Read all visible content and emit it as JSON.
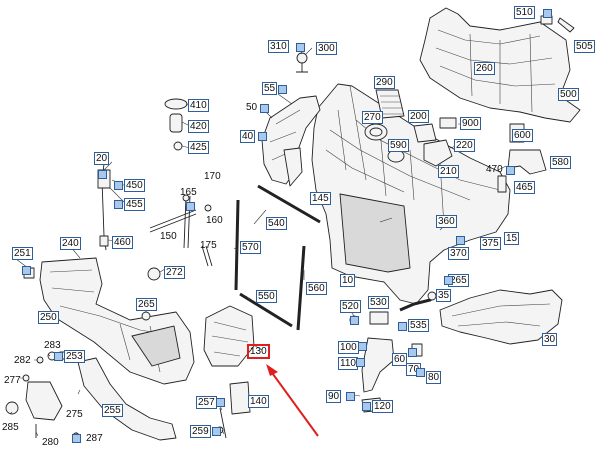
{
  "diagram": {
    "selected_callout": "130",
    "callouts": {
      "c510": "510",
      "c505": "505",
      "c310": "310",
      "c300": "300",
      "c260": "260",
      "c55": "55",
      "c290": "290",
      "c500": "500",
      "c50": "50",
      "c410": "410",
      "c420": "420",
      "c270": "270",
      "c200": "200",
      "c900": "900",
      "c40": "40",
      "c425": "425",
      "c600": "600",
      "c590": "590",
      "c220": "220",
      "c20": "20",
      "c470": "470",
      "c580": "580",
      "c450": "450",
      "c210": "210",
      "c465": "465",
      "c165": "165",
      "c170": "170",
      "c455": "455",
      "c145": "145",
      "c160": "160",
      "c540": "540",
      "c360": "360",
      "c150": "150",
      "c15": "15",
      "c375": "375",
      "c460": "460",
      "c175": "175",
      "c570": "570",
      "c240": "240",
      "c370": "370",
      "c251": "251",
      "c272": "272",
      "c10": "10",
      "c265a": "265",
      "c550": "550",
      "c560": "560",
      "c35": "35",
      "c265b": "265",
      "c520": "520",
      "c530": "530",
      "c250": "250",
      "c30": "30",
      "c535": "535",
      "c283": "283",
      "c100": "100",
      "c282": "282",
      "c253": "253",
      "c130": "130",
      "c60": "60",
      "c110": "110",
      "c70": "70",
      "c277": "277",
      "c80": "80",
      "c90": "90",
      "c257": "257",
      "c140": "140",
      "c120": "120",
      "c275": "275",
      "c255": "255",
      "c285": "285",
      "c259": "259",
      "c280": "280",
      "c287": "287"
    },
    "colors": {
      "callout_border": "#2f5f9a",
      "marker_fill": "#a9c9ec",
      "highlight": "#e01e1e",
      "arrow": "#e01e1e"
    }
  }
}
